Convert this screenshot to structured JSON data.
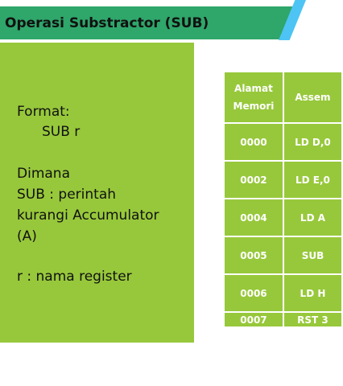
{
  "title": "Operasi Substractor (SUB)",
  "panel": {
    "format_label": "Format:",
    "format_value": "SUB r",
    "dimana": "Dimana",
    "sub_line_1": "SUB     : perintah",
    "sub_line_2": "kurangi Accumulator",
    "sub_line_3": "(A)",
    "r_line": "r     :     nama register"
  },
  "table": {
    "headers": [
      "Alamat Memori",
      "Assem"
    ],
    "rows": [
      [
        "0000",
        "LD D,0"
      ],
      [
        "0002",
        "LD E,0"
      ],
      [
        "0004",
        "LD A"
      ],
      [
        "0005",
        "SUB"
      ],
      [
        "0006",
        "LD H"
      ],
      [
        "0007",
        "RST 3"
      ]
    ]
  },
  "colors": {
    "title_bar": "#2fa66a",
    "panel": "#97c83b",
    "accent": "#4dc4f4"
  }
}
